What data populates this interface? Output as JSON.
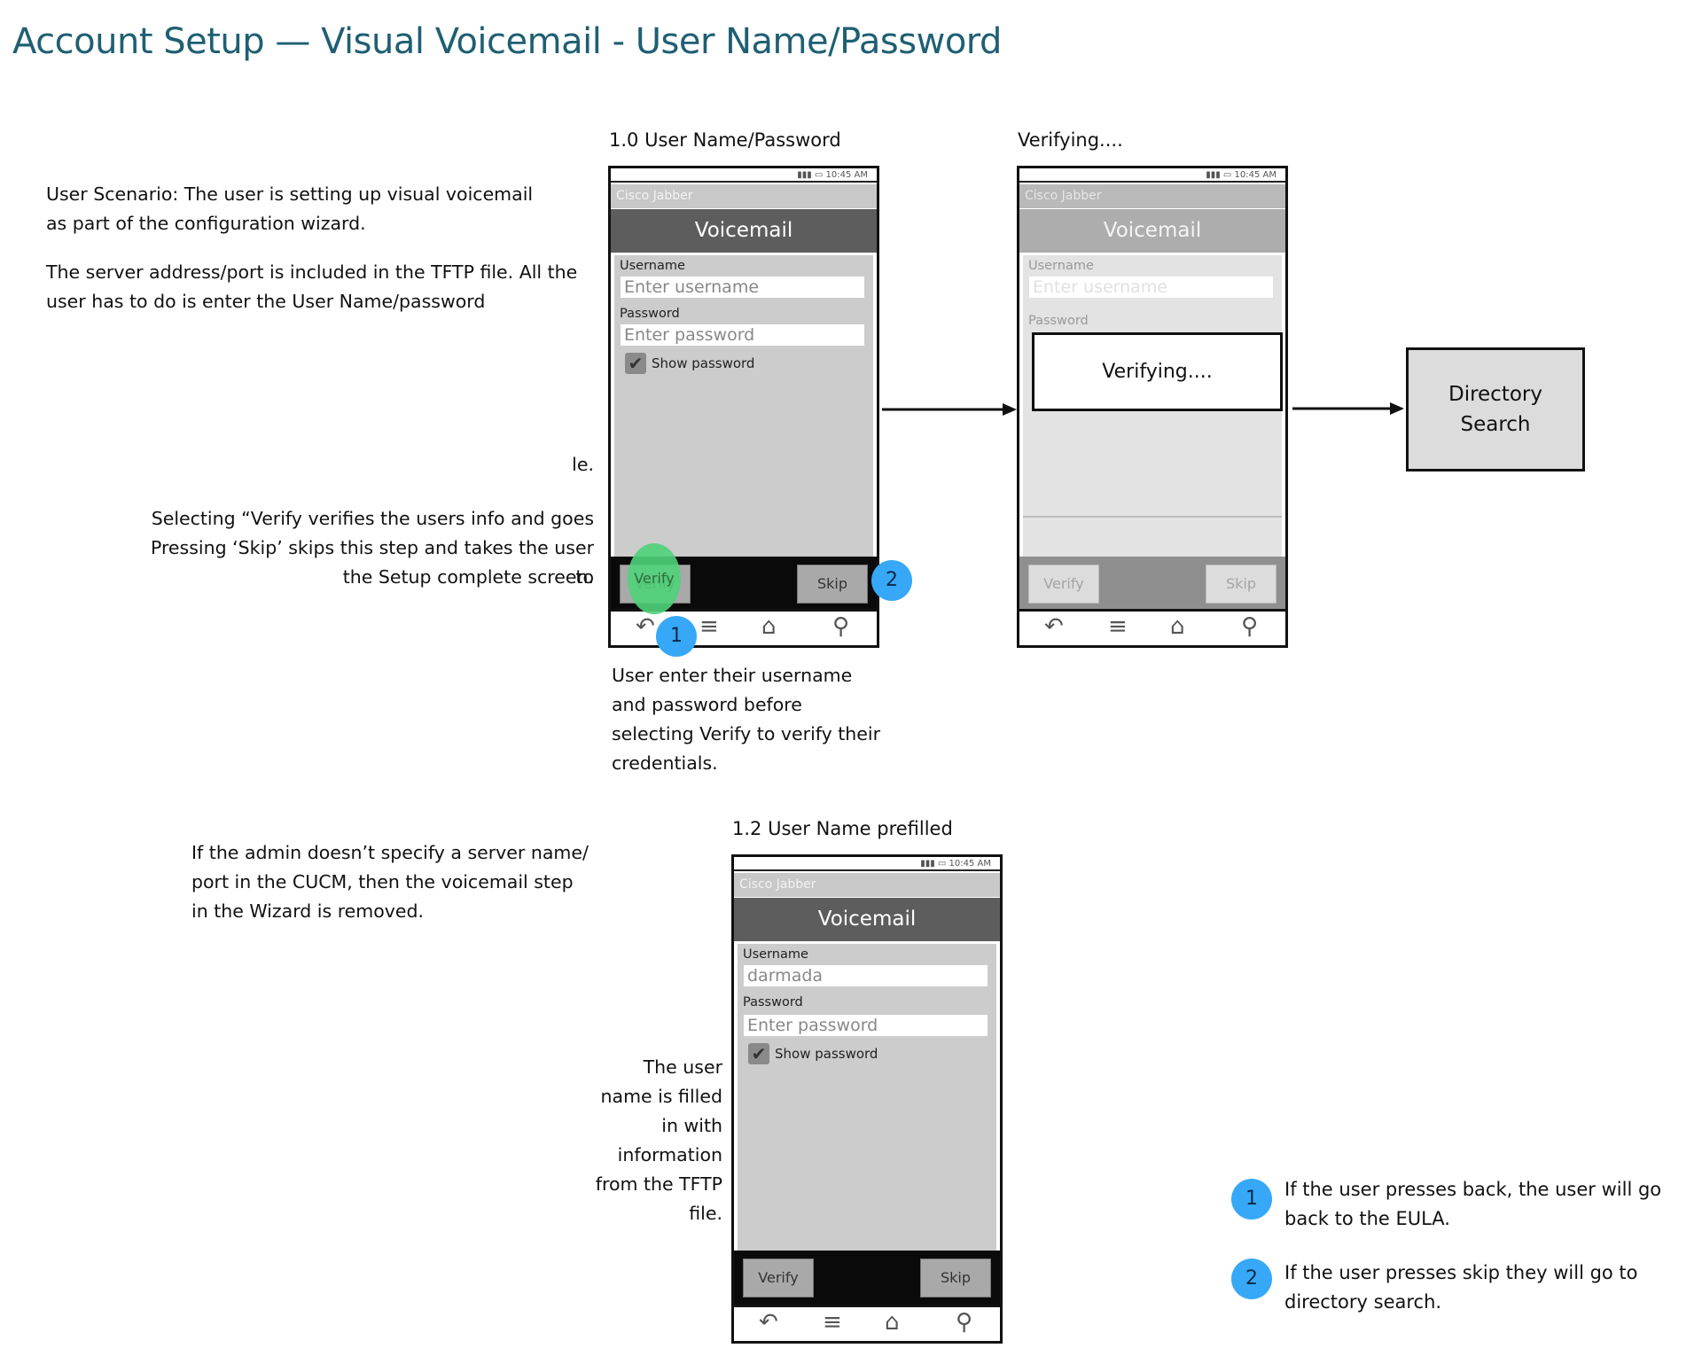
{
  "title": "Account Setup — Visual Voicemail - User Name/Password",
  "notes": {
    "scenario": "User Scenario: The user is setting up visual voicemail as part of the configuration wizard.",
    "server": "The server address/port  is included in the TFTP file. All the user has to do is enter the User Name/password",
    "fragment": "le.",
    "verify_line": "Selecting “Verify  verifies the users info and goes",
    "skip_line1": "Pressing ‘Skip’ skips this step and takes the user to",
    "skip_line2": "the Setup complete screen.",
    "admin": "If the admin doesn’t specify a server name/ port in the CUCM, then the voicemail step in the Wizard is removed.",
    "prefill": "The user name is filled in with information from the TFTP file."
  },
  "screens": {
    "screen1": {
      "caption": "1.0 User Name/Password",
      "status_time": "10:45 AM",
      "app_name": "Cisco Jabber",
      "header": "Voicemail",
      "username_label": "Username",
      "username_placeholder": "Enter username",
      "password_label": "Password",
      "password_placeholder": "Enter password",
      "show_password": "Show password",
      "verify": "Verify",
      "skip": "Skip",
      "description": "User enter their username and password before selecting Verify to verify their credentials."
    },
    "screen2": {
      "caption": "Verifying....",
      "status_time": "10:45 AM",
      "app_name": "Cisco Jabber",
      "header": "Voicemail",
      "username_label": "Username",
      "username_placeholder": "Enter username",
      "password_label": "Password",
      "dialog": "Verifying....",
      "verify": "Verify",
      "skip": "Skip"
    },
    "screen3": {
      "caption": "1.2 User Name prefilled",
      "status_time": "10:45 AM",
      "app_name": "Cisco Jabber",
      "header": "Voicemail",
      "username_label": "Username",
      "username_value": "darmada",
      "password_label": "Password",
      "password_placeholder": "Enter password",
      "show_password": "Show password",
      "verify": "Verify",
      "skip": "Skip"
    }
  },
  "directory_box": {
    "line1": "Directory",
    "line2": "Search"
  },
  "markers": {
    "one": "1",
    "two": "2"
  },
  "legend": [
    {
      "num": "1",
      "text": "If the user presses back, the user will go back to the EULA."
    },
    {
      "num": "2",
      "text": "If the user presses skip they will go to directory search."
    }
  ],
  "icons": [
    "back-icon",
    "menu-icon",
    "home-icon",
    "search-icon",
    "checkmark-icon",
    "signal-icon",
    "battery-icon"
  ],
  "colors": {
    "title": "#1f5f73",
    "marker": "#36a8f7",
    "highlight": "#4fd17a",
    "header": "#5d5d5d"
  }
}
